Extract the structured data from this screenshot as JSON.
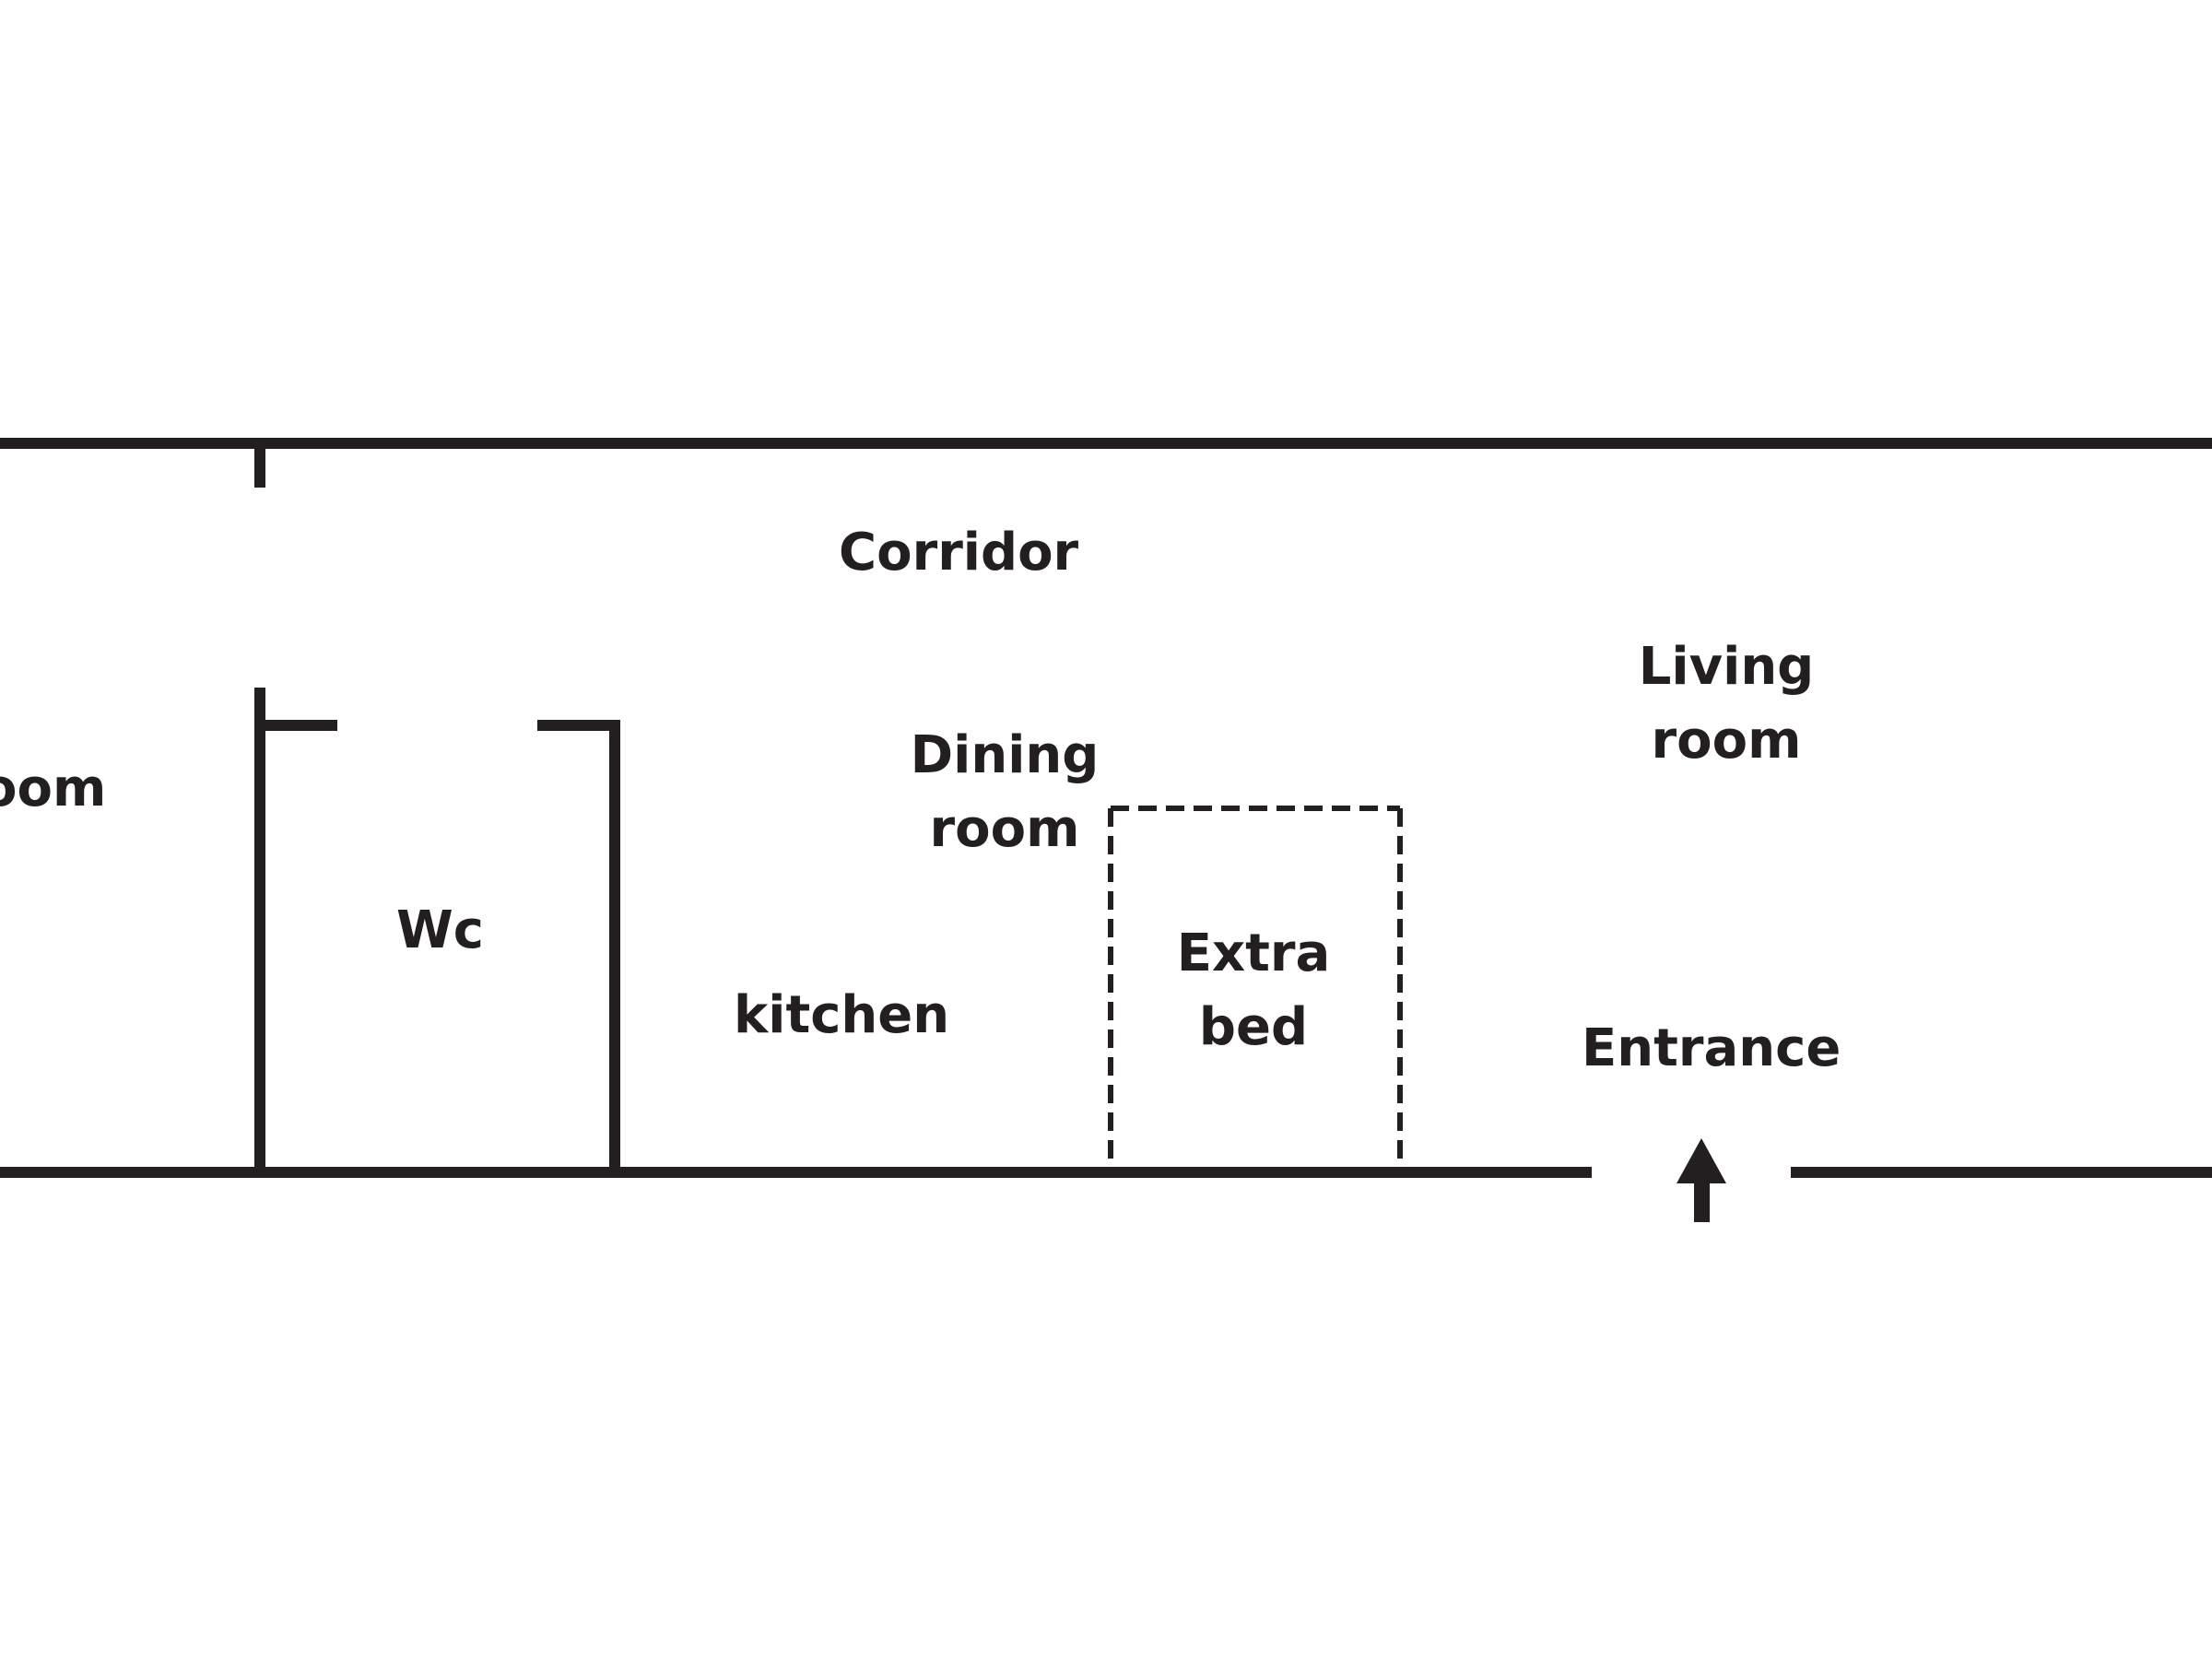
{
  "rooms": {
    "corridor": "Corridor",
    "living_room": [
      "Living",
      "room"
    ],
    "dining_room": [
      "Dining",
      "room"
    ],
    "partial_room": "oom",
    "wc": "Wc",
    "extra_bed": [
      "Extra",
      "bed"
    ],
    "kitchen": "kitchen",
    "entrance": "Entrance"
  },
  "icons": {
    "entrance_arrow": "arrow-up-icon"
  },
  "colors": {
    "wall": "#231f20",
    "background": "#ffffff"
  }
}
